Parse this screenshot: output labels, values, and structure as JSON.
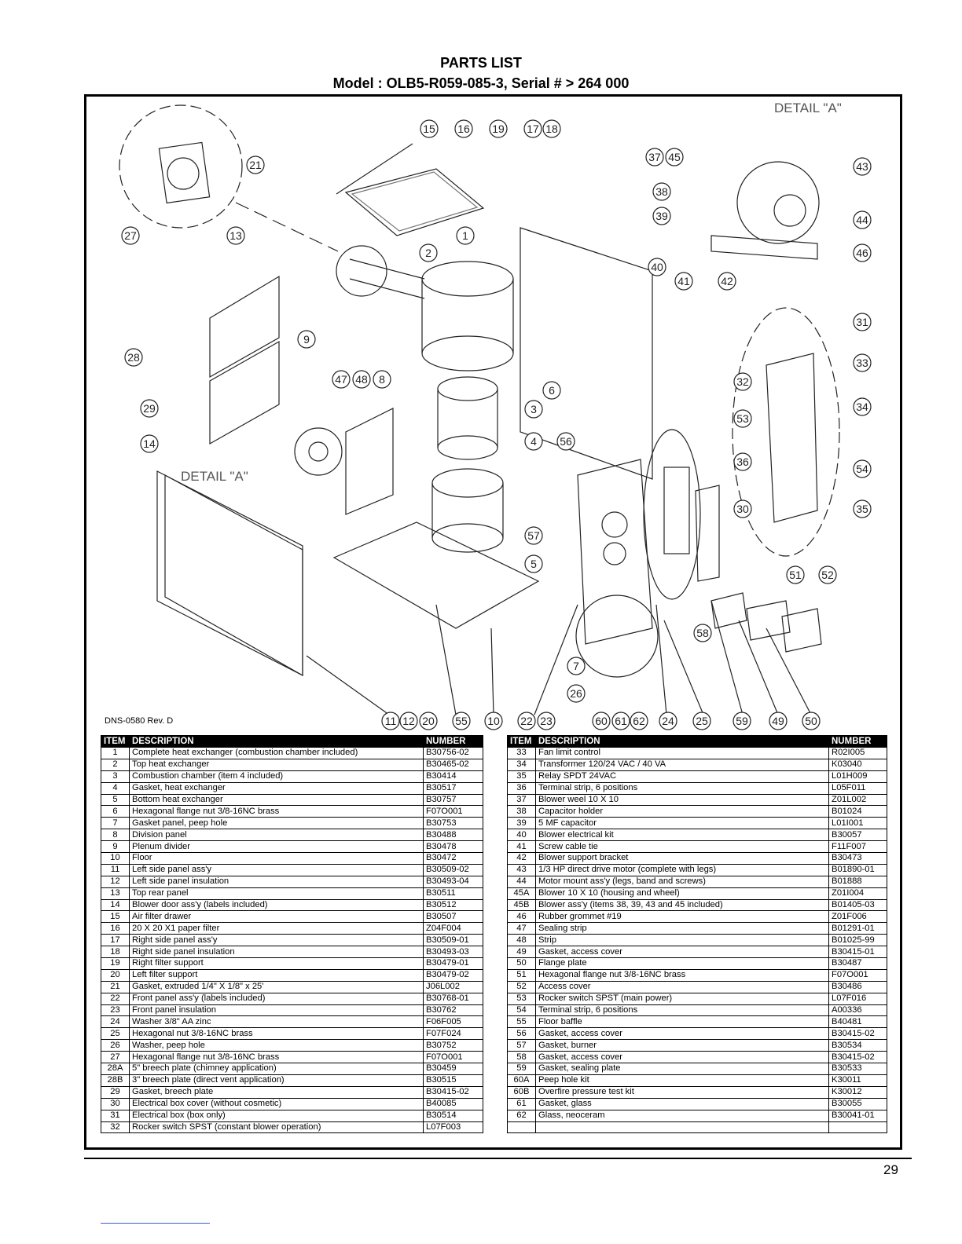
{
  "header": {
    "title": "PARTS LIST",
    "subtitle": "Model : OLB5-R059-085-3, Serial # > 264 000"
  },
  "diagram": {
    "detail_label_top": "DETAIL \"A\"",
    "detail_label_left": "DETAIL \"A\"",
    "drawing_number": "DNS-0580 Rev. D",
    "callouts": [
      "15",
      "16",
      "19",
      "17",
      "18",
      "21",
      "27",
      "13",
      "2",
      "1",
      "37",
      "45",
      "43",
      "38",
      "39",
      "44",
      "40",
      "41",
      "42",
      "46",
      "9",
      "28",
      "31",
      "47",
      "48",
      "8",
      "6",
      "32",
      "33",
      "3",
      "53",
      "34",
      "29",
      "14",
      "4",
      "56",
      "36",
      "54",
      "35",
      "30",
      "57",
      "5",
      "51",
      "52",
      "58",
      "7",
      "26",
      "11",
      "12",
      "20",
      "55",
      "10",
      "22",
      "23",
      "60",
      "61",
      "62",
      "24",
      "25",
      "59",
      "49",
      "50"
    ]
  },
  "table_headers": {
    "item": "ITEM",
    "description": "DESCRIPTION",
    "number": "NUMBER"
  },
  "parts_left": [
    {
      "item": "1",
      "description": "Complete heat exchanger (combustion chamber included)",
      "number": "B30756-02"
    },
    {
      "item": "2",
      "description": "Top heat exchanger",
      "number": "B30465-02"
    },
    {
      "item": "3",
      "description": "Combustion chamber (item 4 included)",
      "number": "B30414"
    },
    {
      "item": "4",
      "description": "Gasket, heat exchanger",
      "number": "B30517"
    },
    {
      "item": "5",
      "description": "Bottom heat exchanger",
      "number": "B30757"
    },
    {
      "item": "6",
      "description": "Hexagonal flange nut 3/8-16NC brass",
      "number": "F07O001"
    },
    {
      "item": "7",
      "description": "Gasket panel, peep hole",
      "number": "B30753"
    },
    {
      "item": "8",
      "description": "Division panel",
      "number": "B30488"
    },
    {
      "item": "9",
      "description": "Plenum divider",
      "number": "B30478"
    },
    {
      "item": "10",
      "description": "Floor",
      "number": "B30472"
    },
    {
      "item": "11",
      "description": "Left side panel ass'y",
      "number": "B30509-02"
    },
    {
      "item": "12",
      "description": "Left side panel insulation",
      "number": "B30493-04"
    },
    {
      "item": "13",
      "description": "Top rear panel",
      "number": "B30511"
    },
    {
      "item": "14",
      "description": "Blower door ass'y (labels included)",
      "number": "B30512"
    },
    {
      "item": "15",
      "description": "Air filter drawer",
      "number": "B30507"
    },
    {
      "item": "16",
      "description": "20 X 20 X1 paper filter",
      "number": "Z04F004"
    },
    {
      "item": "17",
      "description": "Right side panel ass'y",
      "number": "B30509-01"
    },
    {
      "item": "18",
      "description": "Right side panel insulation",
      "number": "B30493-03"
    },
    {
      "item": "19",
      "description": "Right filter support",
      "number": "B30479-01"
    },
    {
      "item": "20",
      "description": "Left filter support",
      "number": "B30479-02"
    },
    {
      "item": "21",
      "description": "Gasket, extruded 1/4\" X 1/8\" x 25'",
      "number": "J06L002"
    },
    {
      "item": "22",
      "description": "Front panel ass'y (labels included)",
      "number": "B30768-01"
    },
    {
      "item": "23",
      "description": "Front panel insulation",
      "number": "B30762"
    },
    {
      "item": "24",
      "description": "Washer 3/8\" AA zinc",
      "number": "F06F005"
    },
    {
      "item": "25",
      "description": "Hexagonal nut 3/8-16NC brass",
      "number": "F07F024"
    },
    {
      "item": "26",
      "description": "Washer, peep hole",
      "number": "B30752"
    },
    {
      "item": "27",
      "description": "Hexagonal flange nut 3/8-16NC brass",
      "number": "F07O001"
    },
    {
      "item": "28A",
      "description": "5\" breech plate (chimney application)",
      "number": "B30459"
    },
    {
      "item": "28B",
      "description": "3\" breech plate (direct vent application)",
      "number": "B30515"
    },
    {
      "item": "29",
      "description": "Gasket, breech plate",
      "number": "B30415-02"
    },
    {
      "item": "30",
      "description": "Electrical box cover  (without cosmetic)",
      "number": "B40085"
    },
    {
      "item": "31",
      "description": "Electrical box (box only)",
      "number": "B30514"
    },
    {
      "item": "32",
      "description": "Rocker switch SPST (constant blower operation)",
      "number": "L07F003"
    }
  ],
  "parts_right": [
    {
      "item": "33",
      "description": "Fan limit control",
      "number": "R02I005"
    },
    {
      "item": "34",
      "description": "Transformer 120/24 VAC / 40 VA",
      "number": "K03040"
    },
    {
      "item": "35",
      "description": "Relay SPDT 24VAC",
      "number": "L01H009"
    },
    {
      "item": "36",
      "description": "Terminal strip, 6 positions",
      "number": "L05F011"
    },
    {
      "item": "37",
      "description": "Blower weel 10 X 10",
      "number": "Z01L002"
    },
    {
      "item": "38",
      "description": "Capacitor holder",
      "number": "B01024"
    },
    {
      "item": "39",
      "description": "5 MF capacitor",
      "number": "L01I001"
    },
    {
      "item": "40",
      "description": "Blower electrical kit",
      "number": "B30057"
    },
    {
      "item": "41",
      "description": "Screw cable tie",
      "number": "F11F007"
    },
    {
      "item": "42",
      "description": "Blower support bracket",
      "number": "B30473"
    },
    {
      "item": "43",
      "description": "1/3 HP direct drive motor (complete with legs)",
      "number": "B01890-01"
    },
    {
      "item": "44",
      "description": "Motor mount ass'y (legs, band and screws)",
      "number": "B01888"
    },
    {
      "item": "45A",
      "description": "Blower 10 X 10 (housing and wheel)",
      "number": "Z01I004"
    },
    {
      "item": "45B",
      "description": "Blower ass'y (items 38, 39, 43 and 45 included)",
      "number": "B01405-03"
    },
    {
      "item": "46",
      "description": "Rubber grommet #19",
      "number": "Z01F006"
    },
    {
      "item": "47",
      "description": "Sealing strip",
      "number": "B01291-01"
    },
    {
      "item": "48",
      "description": "Strip",
      "number": "B01025-99"
    },
    {
      "item": "49",
      "description": "Gasket, access cover",
      "number": "B30415-01"
    },
    {
      "item": "50",
      "description": "Flange plate",
      "number": "B30487"
    },
    {
      "item": "51",
      "description": "Hexagonal flange nut 3/8-16NC brass",
      "number": "F07O001"
    },
    {
      "item": "52",
      "description": "Access cover",
      "number": "B30486"
    },
    {
      "item": "53",
      "description": "Rocker switch SPST (main power)",
      "number": "L07F016"
    },
    {
      "item": "54",
      "description": "Terminal strip, 6 positions",
      "number": "A00336"
    },
    {
      "item": "55",
      "description": "Floor baffle",
      "number": "B40481"
    },
    {
      "item": "56",
      "description": "Gasket, access cover",
      "number": "B30415-02"
    },
    {
      "item": "57",
      "description": "Gasket, burner",
      "number": "B30534"
    },
    {
      "item": "58",
      "description": "Gasket, access cover",
      "number": "B30415-02"
    },
    {
      "item": "59",
      "description": "Gasket, sealing plate",
      "number": "B30533"
    },
    {
      "item": "60A",
      "description": "Peep hole kit",
      "number": "K30011"
    },
    {
      "item": "60B",
      "description": "Overfire pressure test kit",
      "number": "K30012"
    },
    {
      "item": "61",
      "description": "Gasket, glass",
      "number": "B30055"
    },
    {
      "item": "62",
      "description": "Glass, neoceram",
      "number": "B30041-01"
    },
    {
      "item": "",
      "description": "",
      "number": ""
    }
  ],
  "footer": {
    "page_number": "29"
  }
}
